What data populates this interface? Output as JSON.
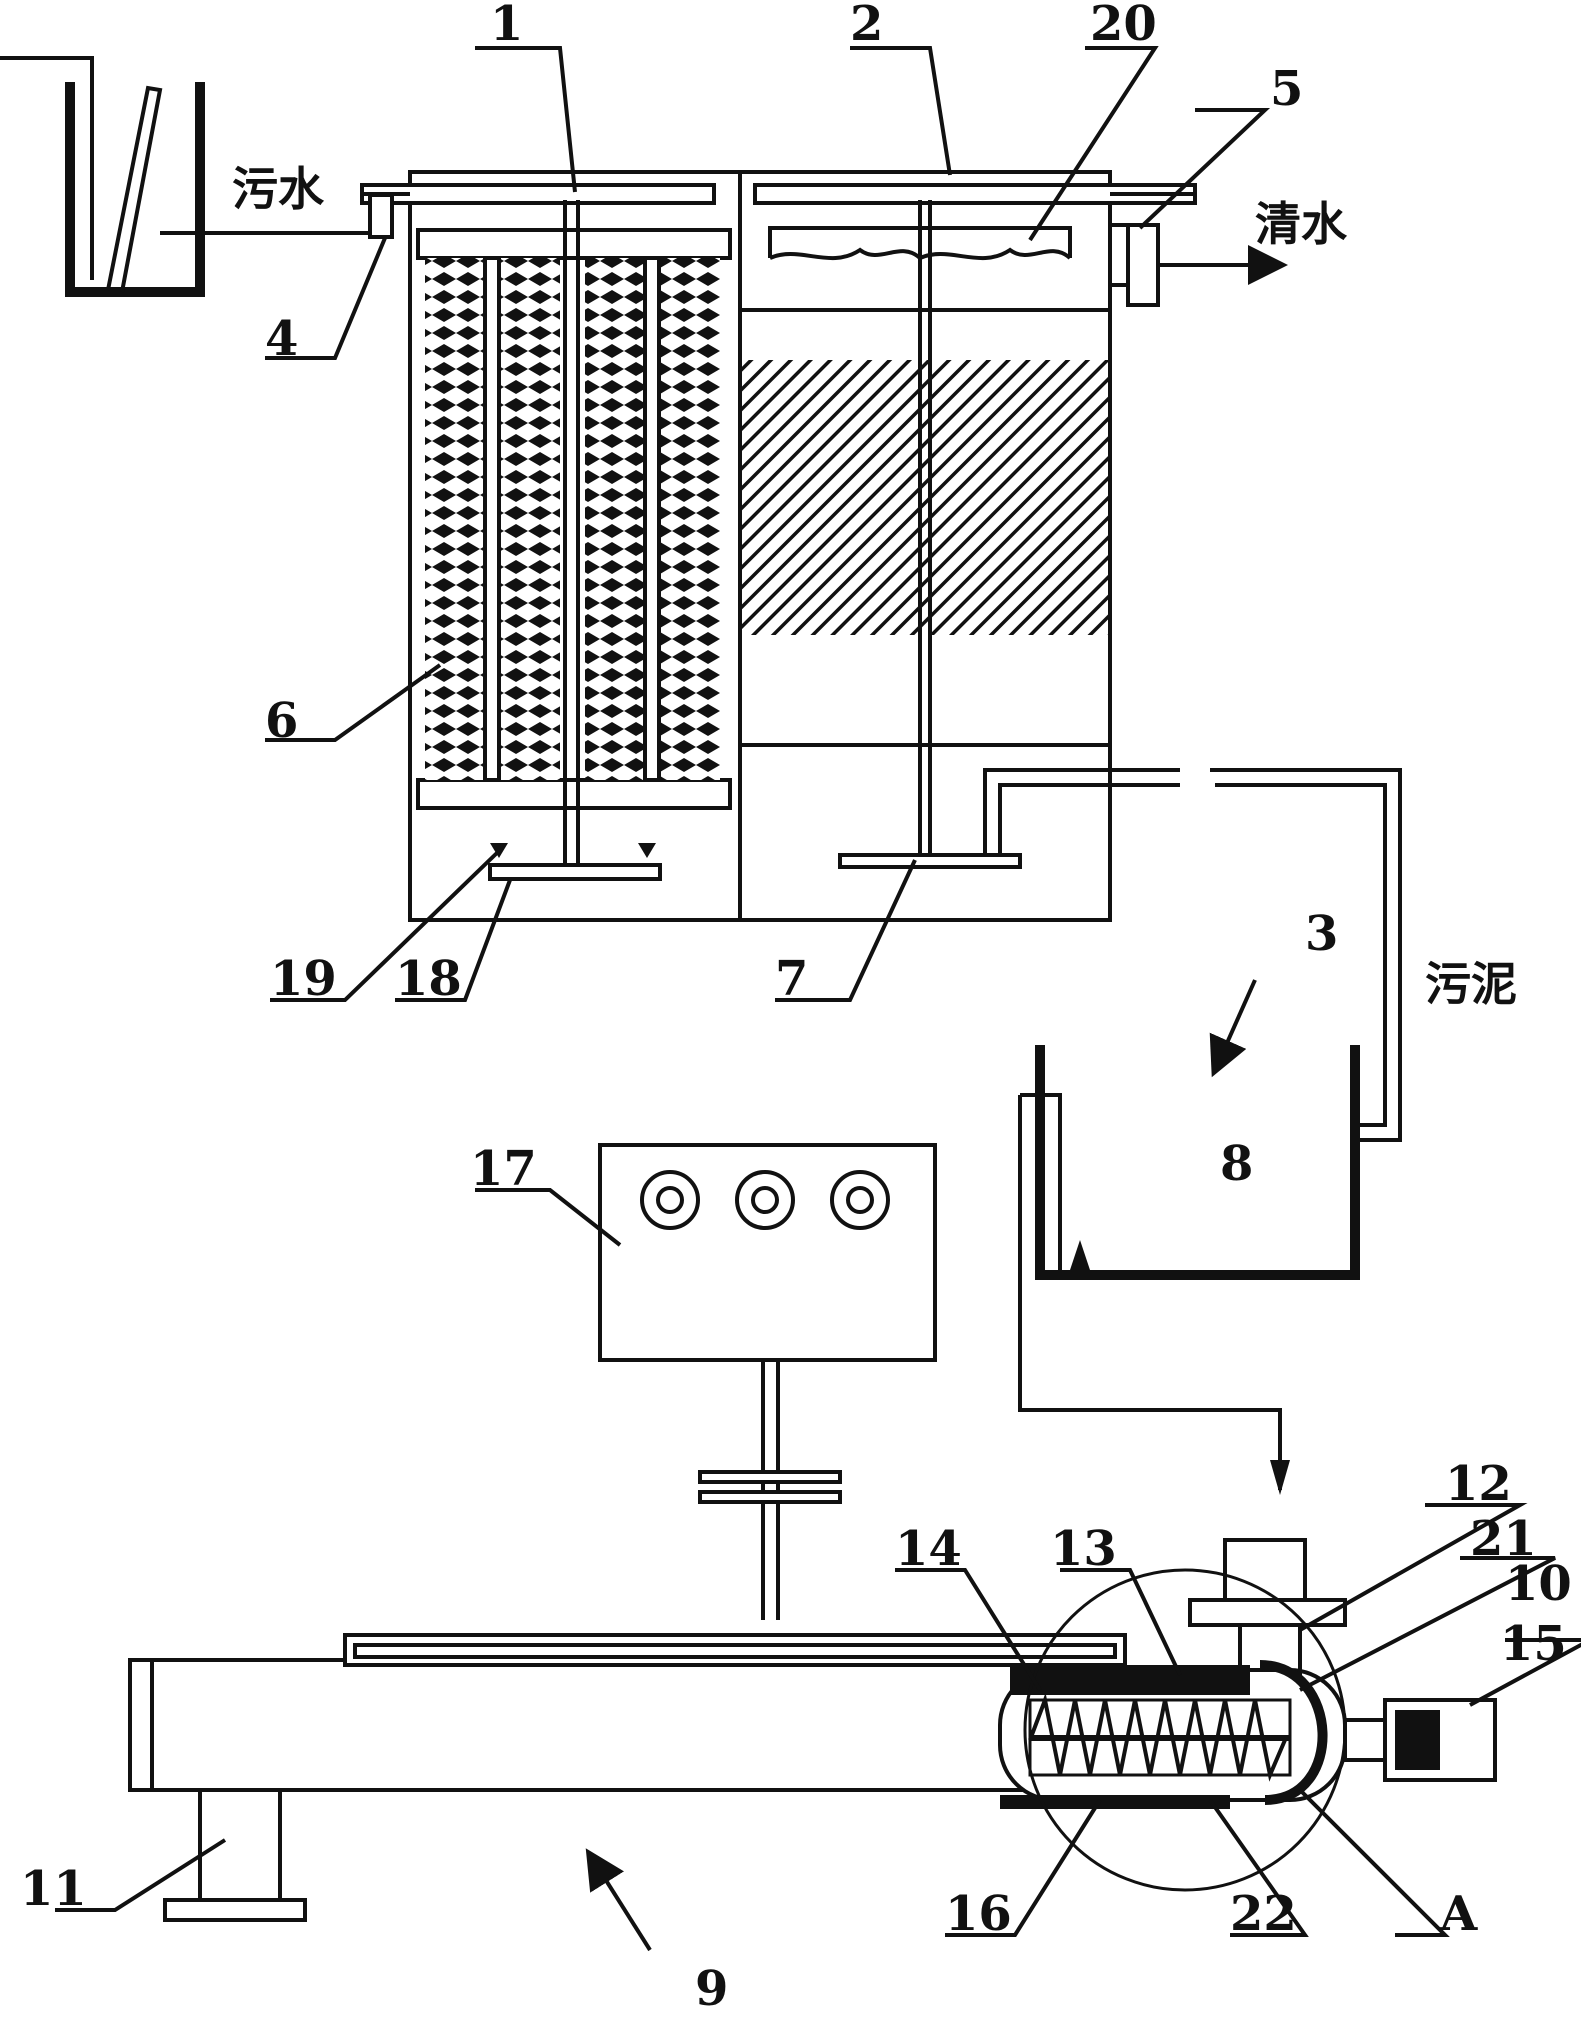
{
  "labels": {
    "n1": "1",
    "n2": "2",
    "n20": "20",
    "n5": "5",
    "n4": "4",
    "n6": "6",
    "n19": "19",
    "n18": "18",
    "n7": "7",
    "n3": "3",
    "n8": "8",
    "n17": "17",
    "n12": "12",
    "n21": "21",
    "n10": "10",
    "n15": "15",
    "n14": "14",
    "n13": "13",
    "n11": "11",
    "n16": "16",
    "n22": "22",
    "nA": "A",
    "n9": "9"
  },
  "text": {
    "sewage": "污水",
    "clean_water": "清水",
    "sludge": "污泥"
  },
  "colors": {
    "ink": "#111111",
    "paper": "#ffffff"
  }
}
